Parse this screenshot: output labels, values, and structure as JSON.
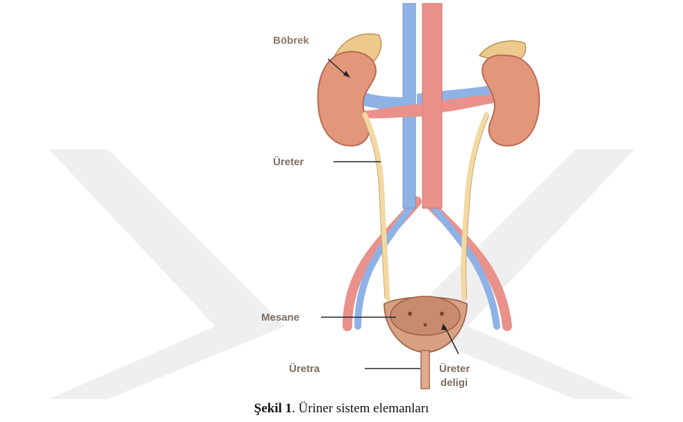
{
  "labels": {
    "kidney": "Böbrek",
    "ureter": "Üreter",
    "bladder": "Mesane",
    "urethra": "Üretra",
    "ureter_opening_line1": "Üreter",
    "ureter_opening_line2": "deligi"
  },
  "caption": {
    "prefix": "Şekil 1",
    "text": ". Üriner sistem elemanları"
  },
  "colors": {
    "watermark": "#eeeeee",
    "kidney": "#e2967a",
    "artery": "#e9918a",
    "vein": "#8fb2e6",
    "ureter": "#f2d9a2",
    "bladder": "#d9a184"
  }
}
